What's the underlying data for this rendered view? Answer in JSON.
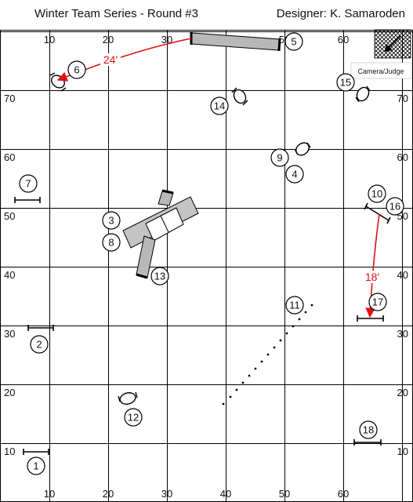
{
  "header": {
    "title": "Winter Team Series - Round #3",
    "designer": "Designer: K. Samaroden"
  },
  "grid": {
    "x_min": 0,
    "x_max": 70,
    "y_min": 0,
    "y_max": 85,
    "step": 10,
    "top_labels": [
      "10",
      "20",
      "30",
      "40",
      "50",
      "60"
    ],
    "bottom_labels": [
      "10",
      "20",
      "30",
      "40",
      "50",
      "60"
    ],
    "left_labels": [
      "10",
      "20",
      "30",
      "40",
      "50",
      "60",
      "70"
    ],
    "right_labels": [
      "10",
      "20",
      "30",
      "40",
      "50",
      "60",
      "70"
    ]
  },
  "camera_label": "Camera/Judge",
  "obstacles": [
    {
      "n": "1",
      "kind": "jump"
    },
    {
      "n": "2",
      "kind": "jump"
    },
    {
      "n": "3",
      "kind": "tunnel"
    },
    {
      "n": "4",
      "kind": "tire"
    },
    {
      "n": "5",
      "kind": "tunnel"
    },
    {
      "n": "6",
      "kind": "tire"
    },
    {
      "n": "7",
      "kind": "jump"
    },
    {
      "n": "8",
      "kind": "aframe"
    },
    {
      "n": "9",
      "kind": "tire"
    },
    {
      "n": "10",
      "kind": "jump"
    },
    {
      "n": "11",
      "kind": "weaves"
    },
    {
      "n": "12",
      "kind": "tire"
    },
    {
      "n": "13",
      "kind": "tunnel"
    },
    {
      "n": "14",
      "kind": "tire"
    },
    {
      "n": "15",
      "kind": "tire"
    },
    {
      "n": "16",
      "kind": "jump"
    },
    {
      "n": "17",
      "kind": "jump"
    },
    {
      "n": "18",
      "kind": "jump"
    }
  ],
  "distances": [
    {
      "label": "24'",
      "color": "#e01010"
    },
    {
      "label": "18'",
      "color": "#e01010"
    }
  ],
  "colors": {
    "grid": "#000000",
    "distance": "#e01010",
    "tunnel": "#b8b8b8",
    "aframe": "#c4c4c4"
  }
}
